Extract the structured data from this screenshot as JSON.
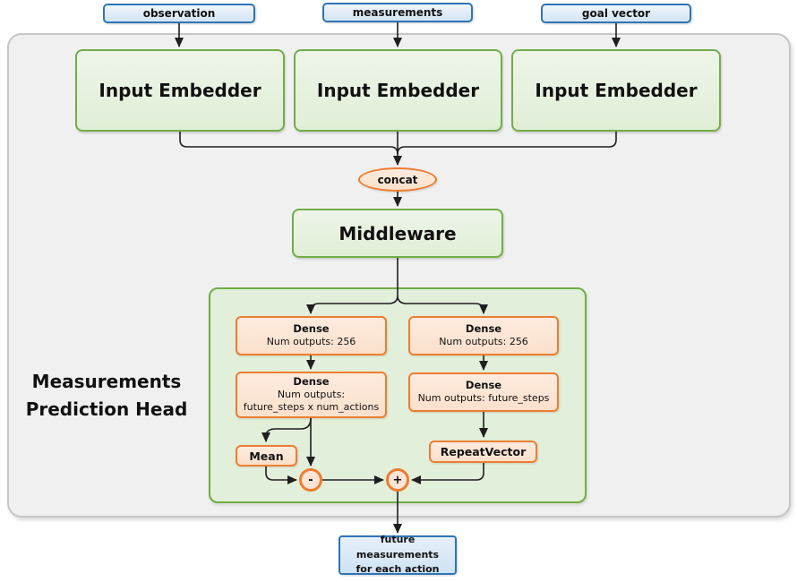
{
  "colors": {
    "green_border": "#70AD47",
    "green_container_fill": "#E2EFDA",
    "orange_border": "#ED7D31",
    "orange_fill": "#FCE4D6",
    "blue_border": "#2E75B6",
    "blue_fill": "#DEEBF7",
    "outer_fill": "#F0F0F0",
    "outer_border": "#C6C6C6",
    "line_color": "#1F1F1F"
  },
  "nodes": {
    "inputs": [
      {
        "label": "observation"
      },
      {
        "label": "measurements"
      },
      {
        "label": "goal vector"
      }
    ],
    "embedders": [
      {
        "label": "Input Embedder"
      },
      {
        "label": "Input Embedder"
      },
      {
        "label": "Input Embedder"
      }
    ],
    "concat": {
      "label": "concat"
    },
    "middleware": {
      "label": "Middleware"
    },
    "head": {
      "title_line1": "Measurements",
      "title_line2": "Prediction Head"
    },
    "left_branch": {
      "dense1": {
        "title": "Dense",
        "subtitle": "Num outputs: 256"
      },
      "dense2": {
        "title": "Dense",
        "subtitle_line1": "Num outputs:",
        "subtitle_line2": "future_steps x num_actions"
      },
      "mean": {
        "label": "Mean"
      },
      "minus": {
        "label": "-"
      }
    },
    "right_branch": {
      "dense1": {
        "title": "Dense",
        "subtitle": "Num outputs: 256"
      },
      "dense2": {
        "title": "Dense",
        "subtitle": "Num outputs: future_steps"
      },
      "repeat_vector": {
        "label": "RepeatVector"
      },
      "plus": {
        "label": "+"
      }
    },
    "output": {
      "label_line1": "future measurements",
      "label_line2": "for each action"
    }
  }
}
